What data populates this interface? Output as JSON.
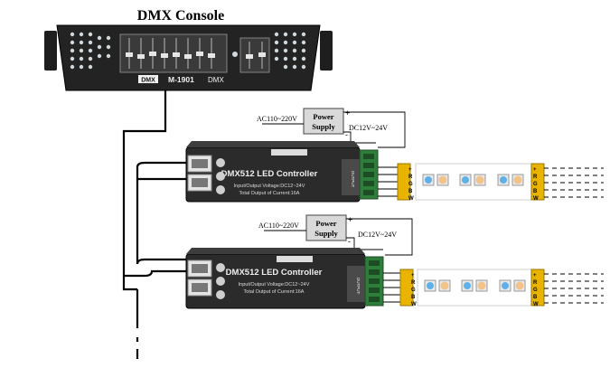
{
  "title": "DMX Console",
  "console": {
    "brand_badge": "DMX",
    "model": "M-1901",
    "suffix": "DMX"
  },
  "controllers": [
    {
      "name": "DMX512 LED Controller",
      "voltage_text": "Input/Output Voltage:DC12~24V",
      "current_text": "Total Output of Current:16A",
      "ac_label": "AC110~220V",
      "dc_label": "DC12V~24V",
      "power_supply_line1": "Power",
      "power_supply_line2": "Supply",
      "plus_sign": "+",
      "minus_sign": "-",
      "output_label": "OUTPUT"
    },
    {
      "name": "DMX512 LED Controller",
      "voltage_text": "Input/Output Voltage:DC12~24V",
      "current_text": "Total Output of Current:16A",
      "ac_label": "AC110~220V",
      "dc_label": "DC12V~24V",
      "power_supply_line1": "Power",
      "power_supply_line2": "Supply",
      "plus_sign": "+",
      "minus_sign": "-",
      "output_label": "OUTPUT"
    }
  ],
  "strip_pins": [
    "+",
    "R",
    "G",
    "B",
    "W"
  ],
  "colors": {
    "device_dark": "#2b2b2b",
    "power_supply_fill": "#d9d9d9",
    "strip_connector": "#e8b400",
    "terminal_green": "#2f7d3a",
    "wire": "#000000"
  }
}
